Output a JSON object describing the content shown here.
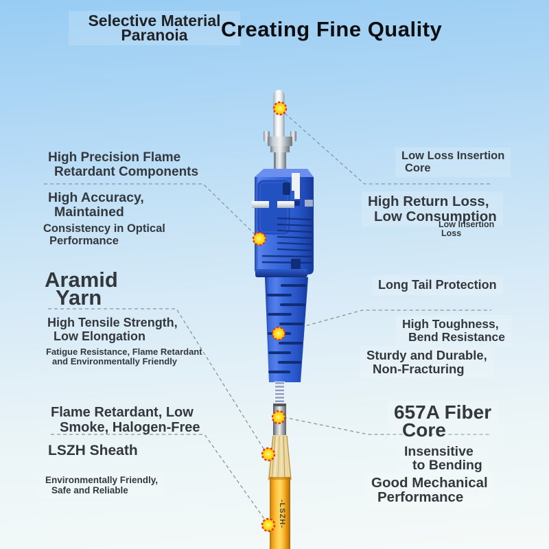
{
  "header": {
    "slogan_line1": "Selective Material",
    "slogan_line2": "Paranoia",
    "title": "Creating Fine Quality"
  },
  "callouts_left": [
    {
      "heading": [
        "High Precision Flame",
        "Retardant Components"
      ],
      "sub1": [
        "High Accuracy,",
        "Maintained"
      ],
      "sub2": [
        "Consistency in Optical",
        "Performance"
      ]
    },
    {
      "heading": [
        "Aramid",
        "Yarn"
      ],
      "sub1": [
        "High Tensile Strength,",
        "Low Elongation"
      ],
      "sub2": [
        "Fatigue Resistance, Flame Retardant",
        "and Environmentally Friendly"
      ]
    },
    {
      "heading": [
        "Flame Retardant, Low",
        "Smoke, Halogen-Free"
      ],
      "sub1": [
        "LSZH Sheath"
      ],
      "sub2": [
        "Environmentally Friendly,",
        "Safe and Reliable"
      ]
    }
  ],
  "callouts_right": [
    {
      "heading": [
        "Low Loss Insertion",
        "Core"
      ],
      "sub1": [
        "High Return Loss,",
        "Low Consumption"
      ],
      "sub2": [
        "Low Insertion",
        "Loss"
      ]
    },
    {
      "heading": [
        "Long Tail Protection"
      ],
      "sub1": [
        "High Toughness,",
        "Bend Resistance"
      ],
      "sub2": [
        "Sturdy and Durable,",
        "Non-Fracturing"
      ]
    },
    {
      "heading": [
        "657A Fiber",
        "Core"
      ],
      "sub1": [
        "Insensitive",
        "to Bending"
      ],
      "sub2": [
        "Good Mechanical",
        "Performance"
      ]
    }
  ],
  "diagram": {
    "cable_print": "-LSZH-",
    "marker_color": "#ffd900",
    "marker_ring_color": "#e73327",
    "callout_line_color": "#8795a2",
    "connector_blue": "#2d5dd0",
    "cable_yellow": "#f7b01e",
    "background_top": "#98ccf3",
    "background_bottom": "#f5faf8"
  }
}
